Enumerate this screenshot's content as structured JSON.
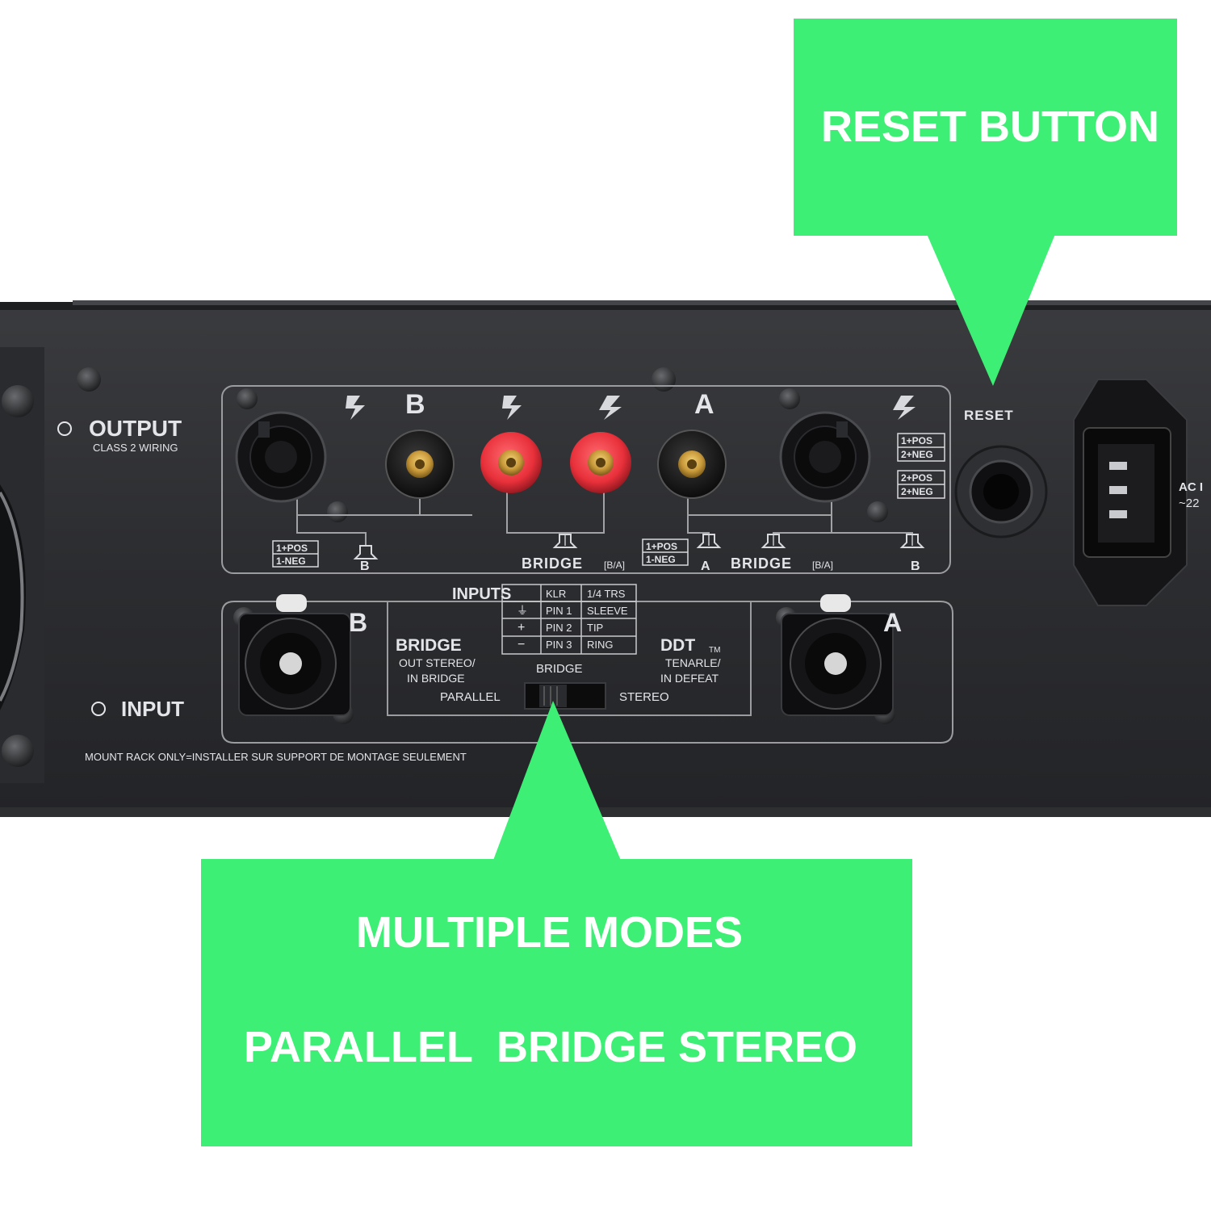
{
  "callouts": {
    "reset": {
      "title": "RESET BUTTON"
    },
    "modes": {
      "line1": "MULTIPLE MODES",
      "line2": "PARALLEL  BRIDGE STEREO"
    }
  },
  "panel": {
    "output_label": "OUTPUT",
    "output_sub": "CLASS 2 WIRING",
    "input_label": "INPUT",
    "channel_b": "B",
    "channel_a": "A",
    "reset_label": "RESET",
    "ac_label": "AC I",
    "ac_sub": "~22",
    "polarity_1pos": "1+POS",
    "polarity_1neg": "1-NEG",
    "polarity_2neg": "2+NEG",
    "polarity_2pos": "2+POS",
    "bridge_ba": "BRIDGE",
    "bridge_ba_sub": "[B/A]",
    "speaker_b": "B",
    "speaker_a": "A",
    "inputs_title": "INPUTS",
    "table": {
      "headers": [
        "KLR",
        "1/4 TRS"
      ],
      "rows": [
        {
          "sym": "⏚",
          "klr": "PIN 1",
          "trs": "SLEEVE"
        },
        {
          "sym": "+",
          "klr": "PIN 2",
          "trs": "TIP"
        },
        {
          "sym": "−",
          "klr": "PIN 3",
          "trs": "RING"
        }
      ]
    },
    "bridge_title": "BRIDGE",
    "bridge_line1": "OUT STEREO/",
    "bridge_line2": "IN BRIDGE",
    "ddt_title": "DDT",
    "ddt_tm": "TM",
    "ddt_line1": "TENARLE/",
    "ddt_line2": "IN DEFEAT",
    "switch_bridge": "BRIDGE",
    "switch_parallel": "PARALLEL",
    "switch_stereo": "STEREO",
    "mount_notice": "MOUNT RACK ONLY=INSTALLER SUR SUPPORT DE MONTAGE SEULEMENT"
  },
  "colors": {
    "callout_green": "#3def74",
    "chassis": "#2a2b2d",
    "binding_post_red": "#e8303a",
    "binding_post_black": "#141414",
    "gold": "#c99a3a"
  }
}
